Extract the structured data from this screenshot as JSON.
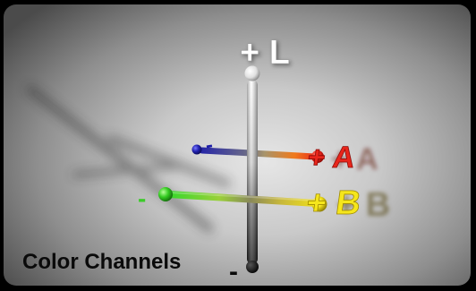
{
  "caption": "Color Channels",
  "axes": {
    "L_positive": "+ L",
    "L_negative": "-",
    "A_positive": "+ A",
    "A_negative": "-",
    "B_positive": "+ B",
    "B_negative": "-"
  },
  "colors": {
    "L_axis": "#f5f5f5",
    "A_axis_positive": "#e8261c",
    "A_axis_negative": "#1e1ea8",
    "B_axis_positive": "#f2e21a",
    "B_axis_negative": "#3ccb2a",
    "A_label": "#e8261c",
    "B_label": "#f5e61c"
  }
}
